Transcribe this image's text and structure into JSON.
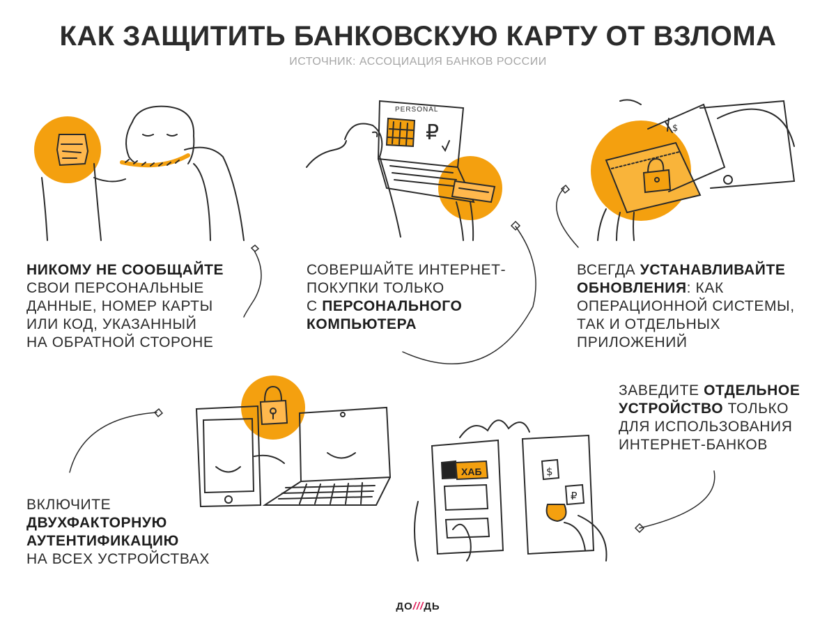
{
  "header": {
    "title": "КАК ЗАЩИТИТЬ БАНКОВСКУЮ КАРТУ ОТ ВЗЛОМА",
    "source": "ИСТОЧНИК: АССОЦИАЦИЯ БАНКОВ РОССИИ"
  },
  "tips": [
    {
      "lines": [
        [
          {
            "text": "НИКОМУ НЕ СООБЩАЙТЕ",
            "bold": true
          }
        ],
        [
          {
            "text": "СВОИ ПЕРСОНАЛЬНЫЕ",
            "bold": false
          }
        ],
        [
          {
            "text": "ДАННЫЕ, НОМЕР КАРТЫ",
            "bold": false
          }
        ],
        [
          {
            "text": "ИЛИ КОД, УКАЗАННЫЙ",
            "bold": false
          }
        ],
        [
          {
            "text": "НА ОБРАТНОЙ СТОРОНЕ",
            "bold": false
          }
        ]
      ]
    },
    {
      "lines": [
        [
          {
            "text": "СОВЕРШАЙТЕ ИНТЕРНЕТ-",
            "bold": false
          }
        ],
        [
          {
            "text": "ПОКУПКИ ТОЛЬКО",
            "bold": false
          }
        ],
        [
          {
            "text": "С ",
            "bold": false
          },
          {
            "text": "ПЕРСОНАЛЬНОГО",
            "bold": true
          }
        ],
        [
          {
            "text": "КОМПЬЮТЕРА",
            "bold": true
          }
        ]
      ]
    },
    {
      "lines": [
        [
          {
            "text": "ВСЕГДА ",
            "bold": false
          },
          {
            "text": "УСТАНАВЛИВАЙТЕ",
            "bold": true
          }
        ],
        [
          {
            "text": "ОБНОВЛЕНИЯ",
            "bold": true
          },
          {
            "text": ": КАК",
            "bold": false
          }
        ],
        [
          {
            "text": "ОПЕРАЦИОННОЙ СИСТЕМЫ,",
            "bold": false
          }
        ],
        [
          {
            "text": "ТАК И ОТДЕЛЬНЫХ",
            "bold": false
          }
        ],
        [
          {
            "text": "ПРИЛОЖЕНИЙ",
            "bold": false
          }
        ]
      ]
    },
    {
      "lines": [
        [
          {
            "text": "ВКЛЮЧИТЕ",
            "bold": false
          }
        ],
        [
          {
            "text": "ДВУХФАКТОРНУЮ",
            "bold": true
          }
        ],
        [
          {
            "text": "АУТЕНТИФИКАЦИЮ",
            "bold": true
          }
        ],
        [
          {
            "text": "НА ВСЕХ УСТРОЙСТВАХ",
            "bold": false
          }
        ]
      ]
    },
    {
      "lines": [
        [
          {
            "text": "ЗАВЕДИТЕ ",
            "bold": false
          },
          {
            "text": "ОТДЕЛЬНОЕ",
            "bold": true
          }
        ],
        [
          {
            "text": "УСТРОЙСТВО",
            "bold": true
          },
          {
            "text": " ТОЛЬКО",
            "bold": false
          }
        ],
        [
          {
            "text": "ДЛЯ ИСПОЛЬЗОВАНИЯ",
            "bold": false
          }
        ],
        [
          {
            "text": "ИНТЕРНЕТ-БАНКОВ",
            "bold": false
          }
        ]
      ]
    }
  ],
  "illustration_labels": {
    "personal": "PERSONAL",
    "ruble": "₽",
    "khab": "ХАБ",
    "dollar": "$"
  },
  "footer": {
    "logo_left": "ДО",
    "logo_mark": "///",
    "logo_right": "ДЬ"
  },
  "colors": {
    "accent": "#f4a00f",
    "ink": "#2a2a2a",
    "subtitle": "#a6a6a6",
    "logo_mark": "#e01e5a"
  }
}
